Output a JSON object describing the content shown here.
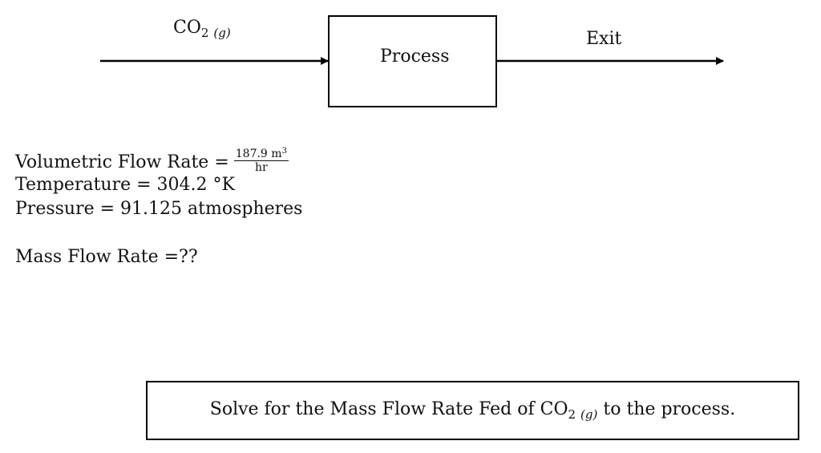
{
  "diagram": {
    "inlet": {
      "species": "CO",
      "subscript": "2",
      "phase": "(g)"
    },
    "process_label": "Process",
    "exit_label": "Exit"
  },
  "given": {
    "flow_label": "Volumetric Flow Rate =",
    "flow_numerator": "187.9 m",
    "flow_exponent": "3",
    "flow_denominator": "hr",
    "temperature": "Temperature = 304.2 °K",
    "pressure": "Pressure = 91.125 atmospheres",
    "unknown": "Mass Flow Rate =??"
  },
  "question": {
    "text_before": "Solve for the Mass Flow Rate Fed of CO",
    "subscript": "2",
    "phase": "(g)",
    "text_after": "to the process."
  },
  "colors": {
    "line": "#000000",
    "text": "#111111",
    "background": "#ffffff"
  }
}
